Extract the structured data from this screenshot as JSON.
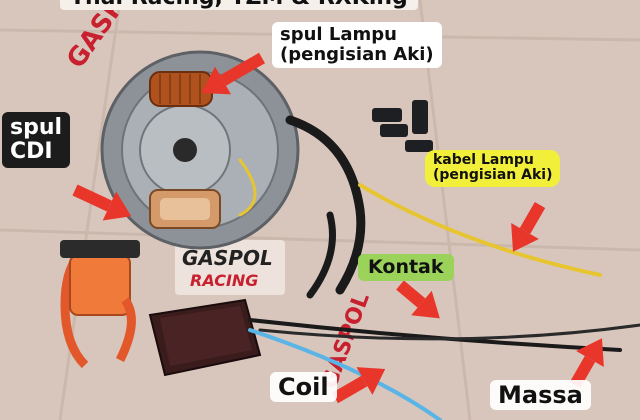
{
  "banner": {
    "text": "Thai Racing, TZM & RXKing"
  },
  "labels": {
    "spul_lampu": {
      "line1": "spul Lampu",
      "line2": "(pengisian Aki)"
    },
    "spul_cdi": {
      "line1": "spul",
      "line2": "CDI"
    },
    "kabel_lampu": {
      "line1": "kabel Lampu",
      "line2": "(pengisian Aki)"
    },
    "kontak": "Kontak",
    "coil": "Coil",
    "massa": "Massa"
  },
  "watermarks": {
    "brand_top": "GASPOL",
    "brand_bottom": "RACING"
  },
  "colors": {
    "floor": "#d8c6bd",
    "arrow": "#e8362a",
    "label_yellow": "#f2ef3a",
    "label_green": "#9bd35a",
    "coil_orange": "#f07a3a",
    "wire_yellow": "#e7c531",
    "wire_blue": "#5ab4e6",
    "wire_black": "#1a1a1a"
  }
}
